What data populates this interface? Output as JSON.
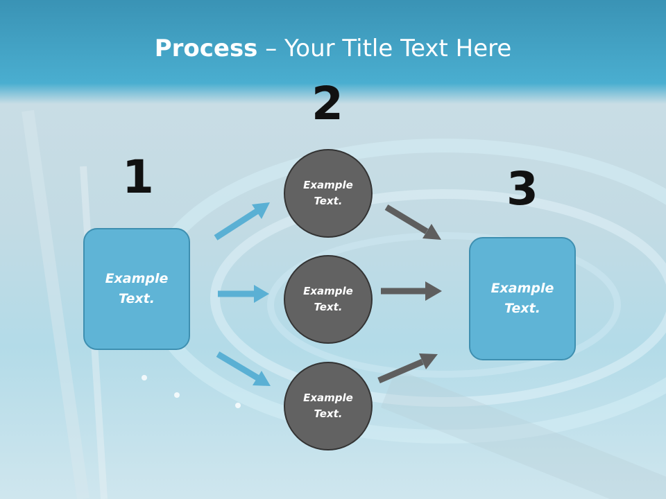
{
  "slide": {
    "title_bold": "Process",
    "title_rest": " – Your Title Text Here"
  },
  "steps": {
    "step1_number": "1",
    "step2_number": "2",
    "step3_number": "3"
  },
  "nodes": {
    "left_box": "Example\nText.",
    "circle_top": "Example\nText.",
    "circle_middle": "Example\nText.",
    "circle_bottom": "Example\nText.",
    "right_box": "Example\nText."
  },
  "colors": {
    "box_fill": "#5fb4d6",
    "box_border": "#3e8fb0",
    "circle_fill": "#626262",
    "circle_border": "#333333",
    "arrow_blue": "#5ab0d4",
    "arrow_gray": "#5e5e5e",
    "title_bar": "#4aaed0"
  }
}
